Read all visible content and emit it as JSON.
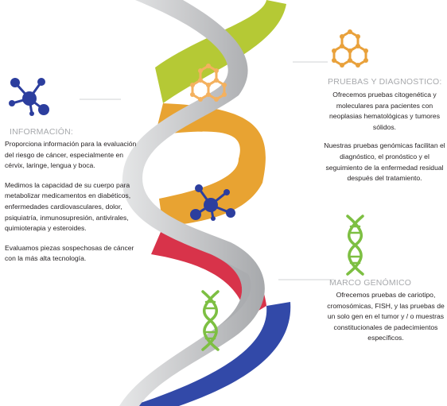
{
  "info": {
    "heading": "INFORMACIÓN:",
    "paragraphs": [
      "Proporciona información para la evaluación del riesgo de cáncer, especialmente en cérvix, laringe, lengua y boca.",
      "Medimos la capacidad de su cuerpo para metabolizar medicamentos en diabéticos, enfermedades cardiovasculares, dolor, psiquiatría, inmunosupresión, antivirales, quimioterapia y esteroides.",
      "Evaluamos piezas sospechosas de cáncer con la más alta tecnología."
    ]
  },
  "tests": {
    "heading": "PRUEBAS Y DIAGNOSTICO:",
    "paragraphs": [
      "Ofrecemos pruebas citogenética y moleculares para pacientes con neoplasias hematológicas y tumores sólidos.",
      "Nuestras pruebas genómicas facilitan el diagnóstico, el pronóstico y el seguimiento de la enfermedad residual después del tratamiento."
    ]
  },
  "genomic": {
    "heading": "MARCO GENÓMICO",
    "paragraphs": [
      "Ofrecemos pruebas de cariotipo, cromosómicas, FISH, y las pruebas de un solo gen en el tumor y / o muestras constitucionales de padecimientos específicos."
    ]
  },
  "colors": {
    "strand_gray": "#c7c8ca",
    "lime": "#b5c935",
    "orange": "#e8a332",
    "red": "#d8334a",
    "blue": "#3249a8",
    "molecule_blue": "#2c3e9e",
    "hexagon_orange": "#e9a13b",
    "dna_green": "#7dbf42",
    "heading_gray": "#a7a9ac"
  },
  "icons": [
    "molecule-icon",
    "hexagon-molecule-icon",
    "dna-icon"
  ]
}
